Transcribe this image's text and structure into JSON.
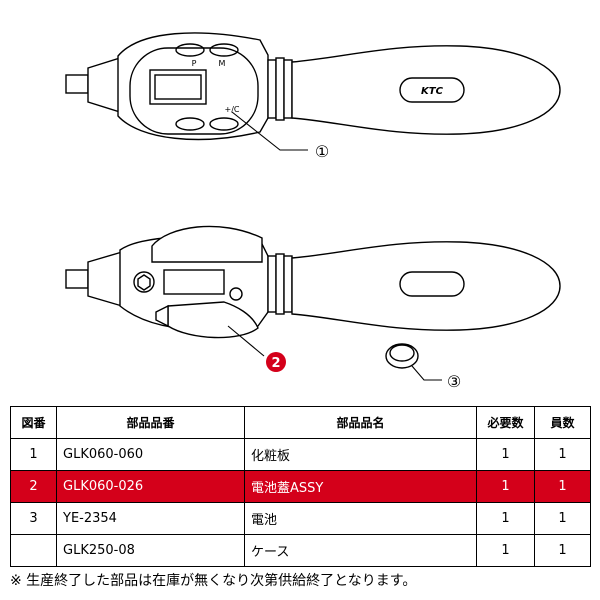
{
  "callouts": [
    {
      "label": "①"
    },
    {
      "label": "2",
      "color": "#d4001a"
    },
    {
      "label": "③"
    }
  ],
  "brand_badge": "KTC",
  "button_labels": {
    "p": "P",
    "m": "M",
    "unit": "+/C"
  },
  "table": {
    "headers": [
      "図番",
      "部品品番",
      "部品品名",
      "必要数",
      "員数"
    ],
    "rows": [
      {
        "no": "1",
        "part": "GLK060-060",
        "name": "化粧板",
        "req": "1",
        "qty": "1",
        "highlight": false
      },
      {
        "no": "2",
        "part": "GLK060-026",
        "name": "電池蓋ASSY",
        "req": "1",
        "qty": "1",
        "highlight": true
      },
      {
        "no": "3",
        "part": "YE-2354",
        "name": "電池",
        "req": "1",
        "qty": "1",
        "highlight": false
      },
      {
        "no": "",
        "part": "GLK250-08",
        "name": "ケース",
        "req": "1",
        "qty": "1",
        "highlight": false
      }
    ]
  },
  "note": "※ 生産終了した部品は在庫が無くなり次第供給終了となります。",
  "colors": {
    "highlight": "#d4001a",
    "highlight_text": "#ffffff"
  }
}
